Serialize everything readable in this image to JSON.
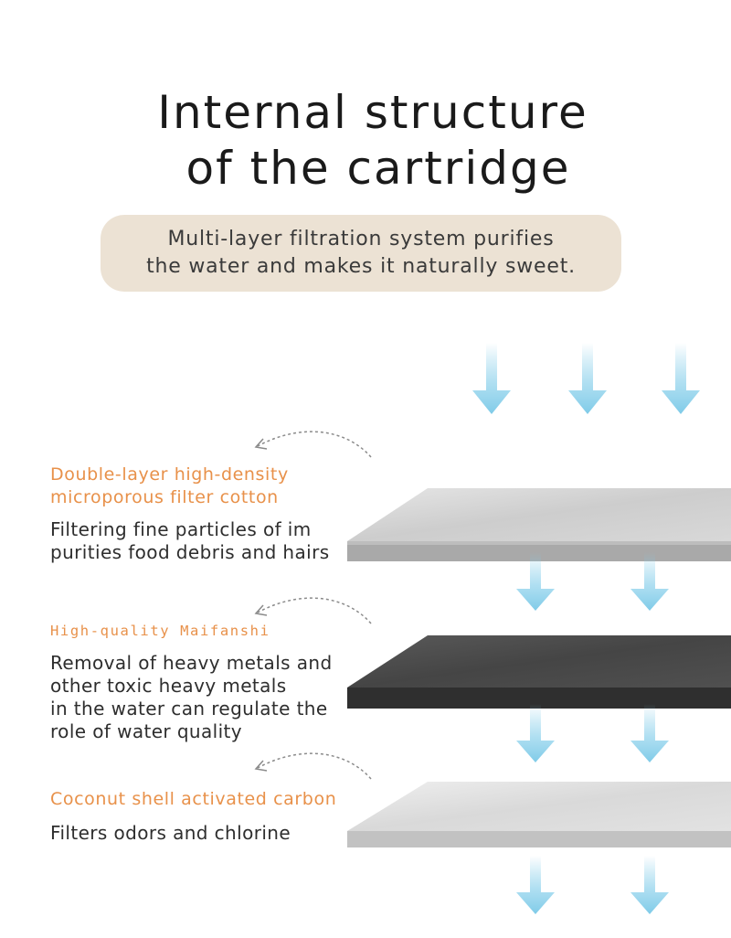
{
  "title": {
    "line1": "Internal structure",
    "line2": "of the cartridge"
  },
  "subtitle": {
    "line1": "Multi-layer filtration system purifies",
    "line2": "the water and makes it naturally sweet."
  },
  "layers": [
    {
      "name_lines": [
        "Double-layer high-density",
        "microporous filter cotton"
      ],
      "desc_lines": [
        "Filtering fine particles of im",
        "purities food debris and hairs"
      ]
    },
    {
      "name_lines": [
        "High-quality Maifanshi"
      ],
      "desc_lines": [
        "Removal of heavy metals and",
        "other toxic heavy metals",
        "in the water can regulate the",
        "role of water quality"
      ]
    },
    {
      "name_lines": [
        "Coconut shell activated carbon"
      ],
      "desc_lines": [
        "Filters odors and chlorine"
      ]
    }
  ],
  "colors": {
    "accent_orange": "#e8914a",
    "pill_background": "#ece2d4",
    "arrow_blue": "#7fcbe8",
    "cotton_layer": "#cfcfcf",
    "maifanshi_layer": "#4a4a4a",
    "carbon_layer": "#dcdcdc"
  },
  "icons": [
    "water-flow-arrow-icon",
    "curved-dashed-pointer-icon"
  ]
}
